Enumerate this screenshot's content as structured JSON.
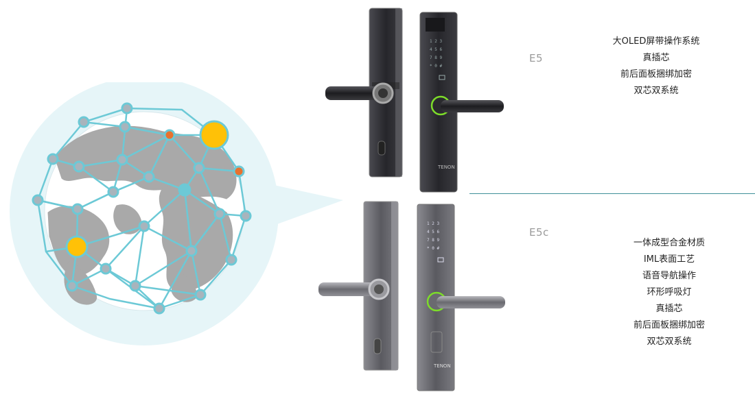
{
  "products": [
    {
      "model": "E5",
      "features": [
        "大OLED屏带操作系统",
        "真插芯",
        "前后面板捆绑加密",
        "双芯双系统"
      ],
      "brand": "TENON"
    },
    {
      "model": "E5c",
      "features": [
        "一体成型合金材质",
        "IML表面工艺",
        "语音导航操作",
        "环形呼吸灯",
        "真插芯",
        "前后面板捆绑加密",
        "双芯双系统"
      ],
      "brand": "TENON"
    }
  ],
  "colors": {
    "bubble": "#e6f5f8",
    "network_line": "#6cc9d6",
    "node_gray": "#a8b4bc",
    "node_orange": "#e8712e",
    "node_yellow": "#ffc107",
    "node_teal": "#6cc9d6",
    "divider": "#3e8f98",
    "ring_green": "#7ddc2a"
  }
}
